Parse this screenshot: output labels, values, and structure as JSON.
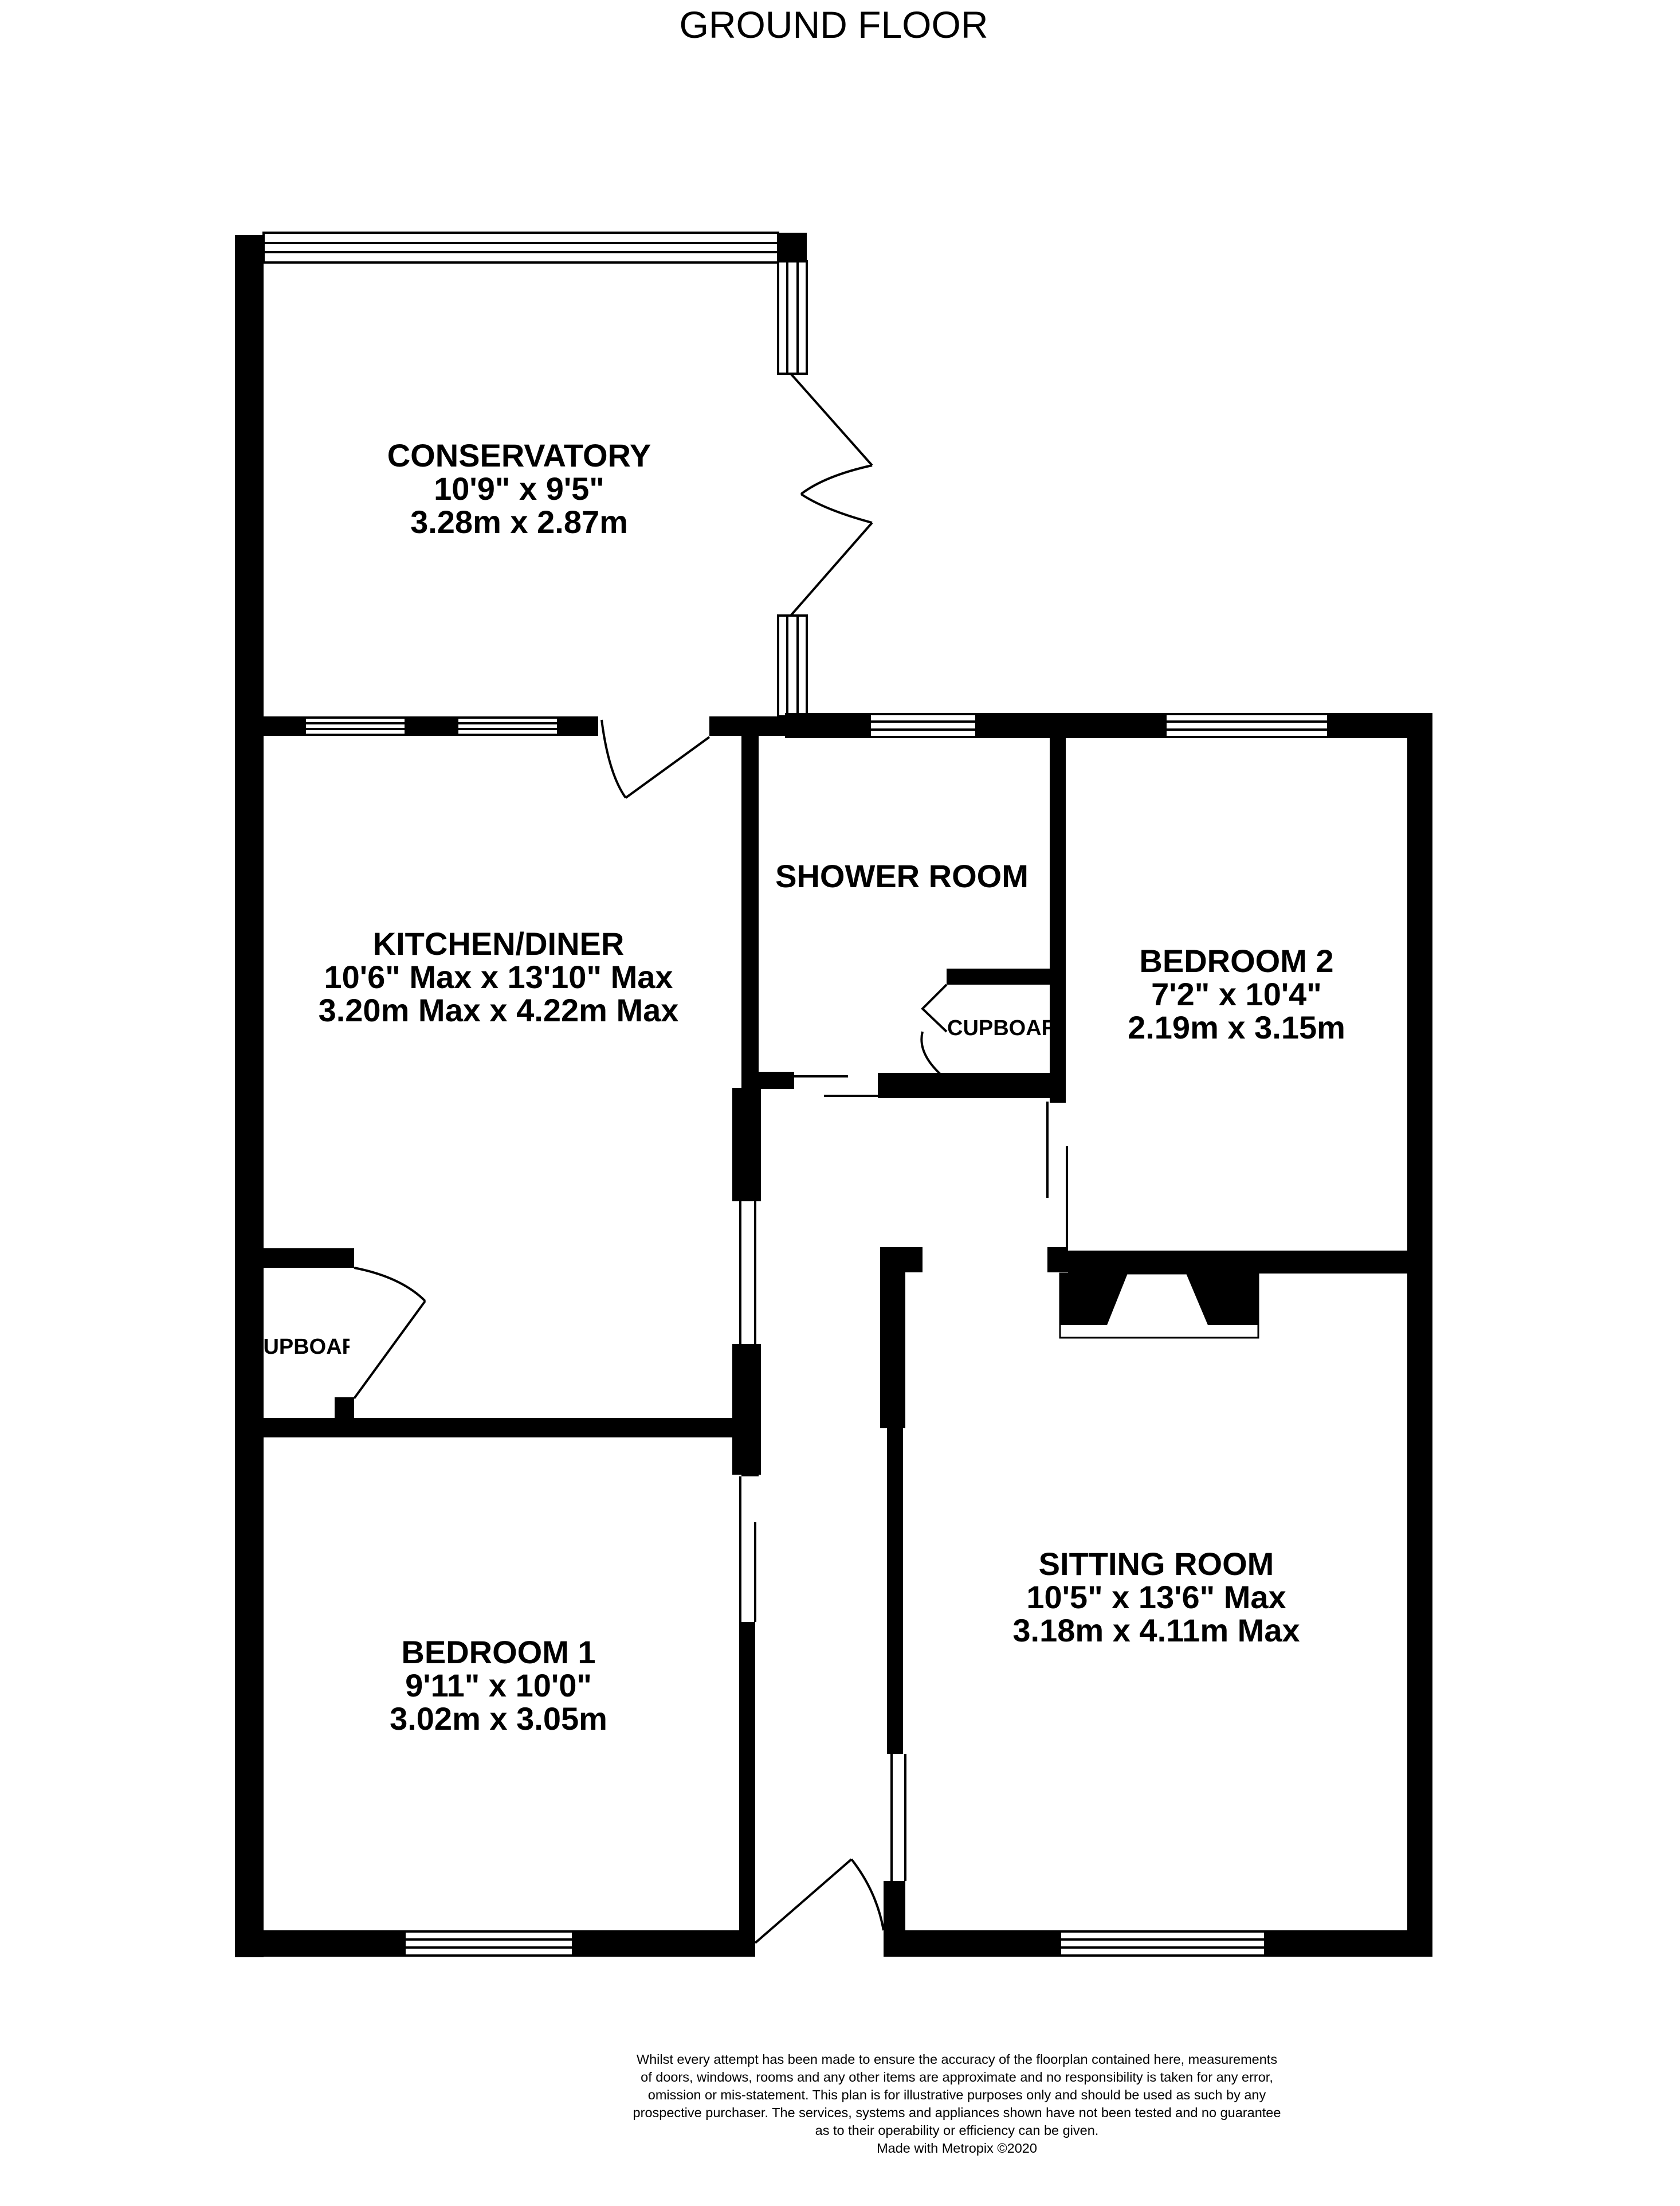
{
  "floor_title": "GROUND FLOOR",
  "rooms": {
    "conservatory": {
      "name": "CONSERVATORY",
      "imperial": "10'9\"  x 9'5\"",
      "metric": "3.28m  x 2.87m"
    },
    "kitchen": {
      "name": "KITCHEN/DINER",
      "imperial": "10'6\" Max x 13'10\" Max",
      "metric": "3.20m Max x 4.22m Max"
    },
    "shower": {
      "name": "SHOWER ROOM"
    },
    "bedroom2": {
      "name": "BEDROOM 2",
      "imperial": "7'2\"  x 10'4\"",
      "metric": "2.19m  x 3.15m"
    },
    "bedroom1": {
      "name": "BEDROOM 1",
      "imperial": "9'11\"  x 10'0\"",
      "metric": "3.02m  x 3.05m"
    },
    "sitting": {
      "name": "SITTING ROOM",
      "imperial": "10'5\"  x 13'6\" Max",
      "metric": "3.18m  x 4.11m Max"
    },
    "cupboard_shower": {
      "name": "CUPBOARD"
    },
    "cupboard_kitchen": {
      "name": "CUPBOARD"
    }
  },
  "disclaimer": {
    "line1": "Whilst every attempt has been made to ensure the accuracy of the floorplan contained here, measurements",
    "line2": "of doors, windows, rooms and any other items are approximate and no responsibility is taken for any error,",
    "line3": "omission or mis-statement. This plan is for illustrative purposes only and should be used as such by any",
    "line4": "prospective purchaser. The services, systems and appliances shown have not been tested and no guarantee",
    "line5": "as to their operability or efficiency can be given.",
    "line6": "Made with Metropix ©2020"
  },
  "colors": {
    "wall": "#000000",
    "background": "#ffffff"
  }
}
